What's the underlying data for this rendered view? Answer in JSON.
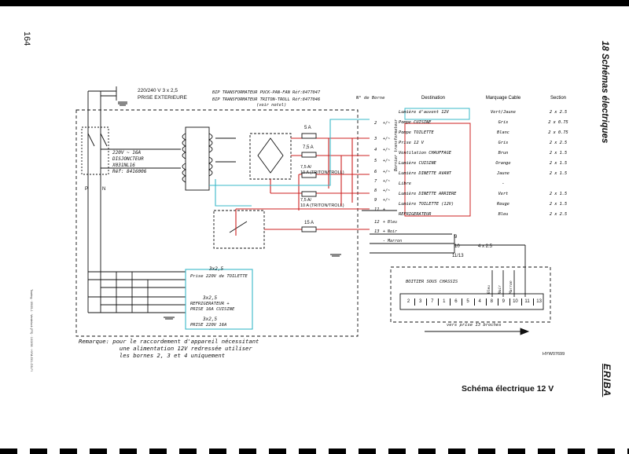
{
  "page": {
    "page_number": "164",
    "chapter_title": "18 Schémas électriques",
    "brand": "ERIBA",
    "schema_title": "Schéma électrique 12 V",
    "reference": "HYW07699",
    "footer_print": "Touring · 09/05-1 · Verdelock (FR) · 10/3/98 · HYM-E01-GB-FI"
  },
  "supply": {
    "voltage": "220/240 V   3 x 2,5",
    "prise": "PRISE EXTERIEURE",
    "breaker": [
      "220V ~ 16A",
      "DISJONCTEUR",
      "X031NL16",
      "Réf: 8416006"
    ],
    "p_label": "P",
    "n_label": "N"
  },
  "transformers": {
    "line1": "BIP TRANSFORMATEUR PUCK-PAN-FAN Réf:8477047",
    "line2": "BIP TRANSFORMATEUR TRITON-TROLL Réf:8477046",
    "line3": "(voir notel)"
  },
  "fuses": [
    {
      "label": "5 A"
    },
    {
      "label": "7,5 A"
    },
    {
      "label": "7,5 A/\n10 A (TRITON/TROLL)"
    },
    {
      "label": "7,5 A/\n10 A (TRITON/TROLL)"
    },
    {
      "label": "15 A"
    }
  ],
  "bornes_header": "N° de Borne",
  "bornier_label": "Bornier transformateur",
  "bornes": [
    {
      "num": "2",
      "sign": "+/~"
    },
    {
      "num": "3",
      "sign": "+/~"
    },
    {
      "num": "4",
      "sign": "+/~"
    },
    {
      "num": "5",
      "sign": "+/~"
    },
    {
      "num": "6",
      "sign": "+/~"
    },
    {
      "num": "7",
      "sign": "+/~"
    },
    {
      "num": "8",
      "sign": "+/~"
    },
    {
      "num": "9",
      "sign": "+/~"
    },
    {
      "num": "11",
      "sign": "+"
    },
    {
      "num": "12",
      "sign": "+ Bleu"
    },
    {
      "num": "13",
      "sign": "+ Noir"
    },
    {
      "num": "",
      "sign": "- Marron"
    }
  ],
  "table": {
    "headers": [
      "Destination",
      "Marquage Cable",
      "Section"
    ],
    "rows": [
      [
        "Lumière d'auvent 12V",
        "Vert/Jaune",
        "2 x 2.5"
      ],
      [
        "Pompe CUISINE",
        "Gris",
        "2 x 0.75"
      ],
      [
        "Pompe TOILETTE",
        "Blanc",
        "2 x 0.75"
      ],
      [
        "Prise   12 V",
        "Gris",
        "2 x 2.5"
      ],
      [
        "Ventilation CHAUFFAGE",
        "Brun",
        "2 x 1.5"
      ],
      [
        "Lumière CUISINE",
        "Orange",
        "2 x 1.5"
      ],
      [
        "Lumière DINETTE AVANT",
        "Jaune",
        "2 x 1.5"
      ],
      [
        "Libre",
        "-",
        ""
      ],
      [
        "Lumière DINETTE ARRIERE",
        "Vert",
        "2 x 1.5"
      ],
      [
        "Lumière TOILETTE (12V)",
        "Rouge",
        "2 x 1.5"
      ],
      [
        "REFRIGERATEUR",
        "Bleu",
        "2 x 2.5"
      ]
    ]
  },
  "lower_wiring": {
    "n9": "9",
    "n10": "10",
    "n1113": "11/13",
    "cable": "4 x 2.5",
    "boitier": "BOITIER SOUS CHASSIS",
    "wire_colors": [
      "Bleu",
      "Noir",
      "Marron"
    ],
    "terminals": [
      "2",
      "3",
      "7",
      "1",
      "6",
      "5",
      "4",
      "8",
      "9",
      "10",
      "11",
      "13"
    ],
    "vers_prise": "vers prise 13 broches"
  },
  "sockets": [
    {
      "section": "3x2,5",
      "label": "Prise 220V de TOILETTE"
    },
    {
      "section": "3x2,5",
      "label": "REFRIGERATEUR +\nPRISE 16A CUISINE"
    },
    {
      "section": "3x2,5",
      "label": "PRISE 220V 16A"
    }
  ],
  "remark": "Remarque: pour le raccordement d'appareil nécessitant\n            une alimentation 12V redressée utiliser\n            les bornes 2, 3 et 4 uniquement",
  "colors": {
    "red": "#cc2020",
    "cyan": "#3ab8c8",
    "ink": "#111111"
  }
}
